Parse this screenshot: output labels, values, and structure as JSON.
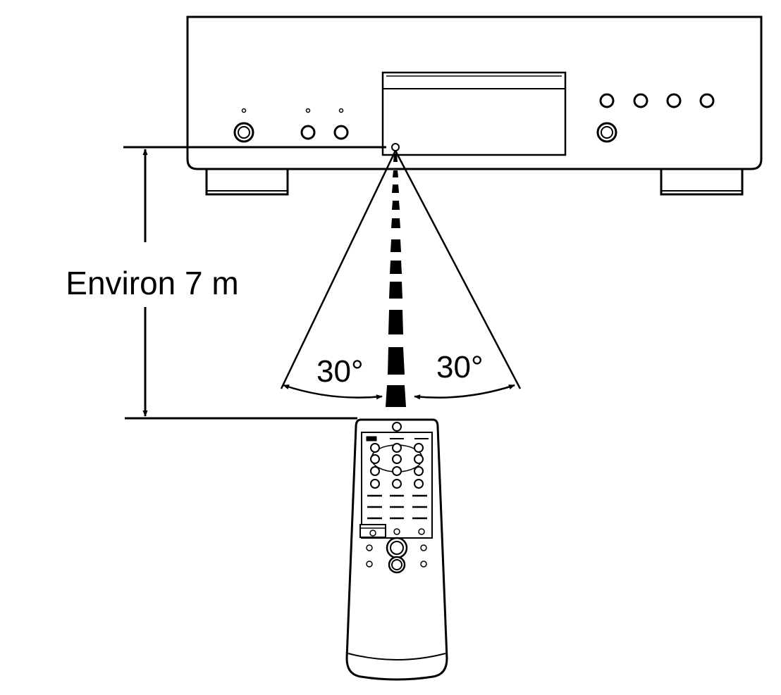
{
  "labels": {
    "distance": "Environ 7 m",
    "angle_left": "30°",
    "angle_right": "30°"
  },
  "icons": {
    "player": "cd-player-icon",
    "remote": "remote-control-icon",
    "sensor": "ir-sensor-icon"
  },
  "colors": {
    "line": "#000000",
    "background": "#ffffff"
  }
}
